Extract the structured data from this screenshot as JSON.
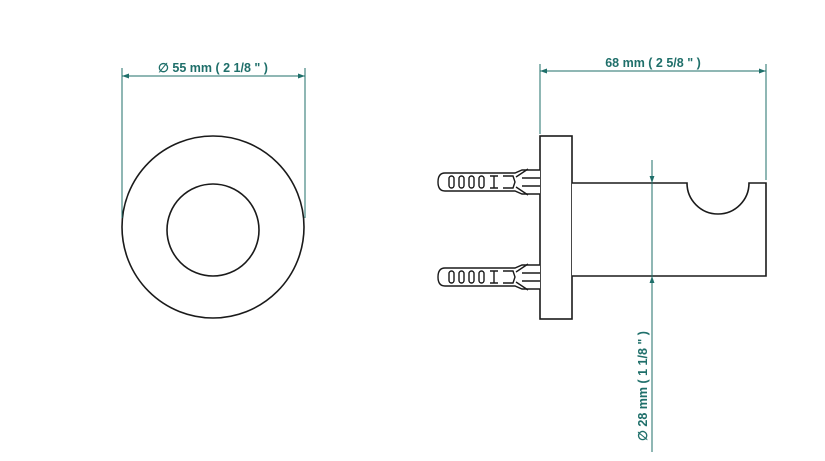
{
  "colors": {
    "outline": "#1a1a1a",
    "dimension": "#1f6f6a",
    "background": "#ffffff"
  },
  "dimensions": {
    "diameter_front": "∅ 55 mm ( 2 1/8 \" )",
    "length_side": "68 mm ( 2 5/8 \" )",
    "diameter_holder": "∅ 28 mm ( 1 1/8 \" )"
  }
}
